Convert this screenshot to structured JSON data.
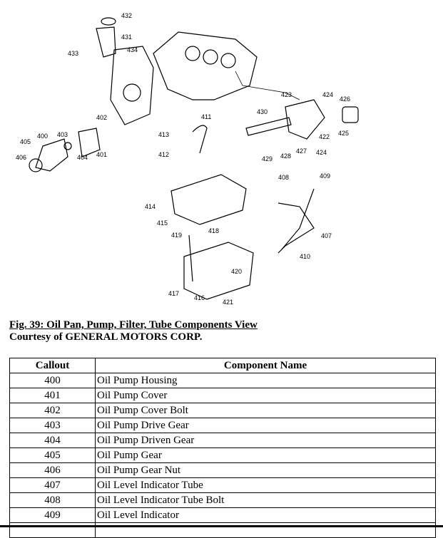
{
  "figure": {
    "callouts": [
      "400",
      "401",
      "402",
      "403",
      "404",
      "405",
      "406",
      "407",
      "408",
      "409",
      "410",
      "411",
      "412",
      "413",
      "414",
      "415",
      "416",
      "417",
      "418",
      "419",
      "420",
      "421",
      "422",
      "423",
      "424",
      "424",
      "425",
      "426",
      "427",
      "428",
      "429",
      "430",
      "431",
      "432",
      "433",
      "434"
    ]
  },
  "caption": {
    "title": "Fig. 39: Oil Pan, Pump, Filter, Tube Components View",
    "credit": "Courtesy of GENERAL MOTORS CORP."
  },
  "table": {
    "headers": [
      "Callout",
      "Component Name"
    ],
    "rows": [
      [
        "400",
        "Oil Pump Housing"
      ],
      [
        "401",
        "Oil Pump Cover"
      ],
      [
        "402",
        "Oil Pump Cover Bolt"
      ],
      [
        "403",
        "Oil Pump Drive Gear"
      ],
      [
        "404",
        "Oil Pump Driven Gear"
      ],
      [
        "405",
        "Oil Pump Gear"
      ],
      [
        "406",
        "Oil Pump Gear Nut"
      ],
      [
        "407",
        "Oil Level Indicator Tube"
      ],
      [
        "408",
        "Oil Level Indicator Tube Bolt"
      ],
      [
        "409",
        "Oil Level Indicator"
      ]
    ]
  }
}
